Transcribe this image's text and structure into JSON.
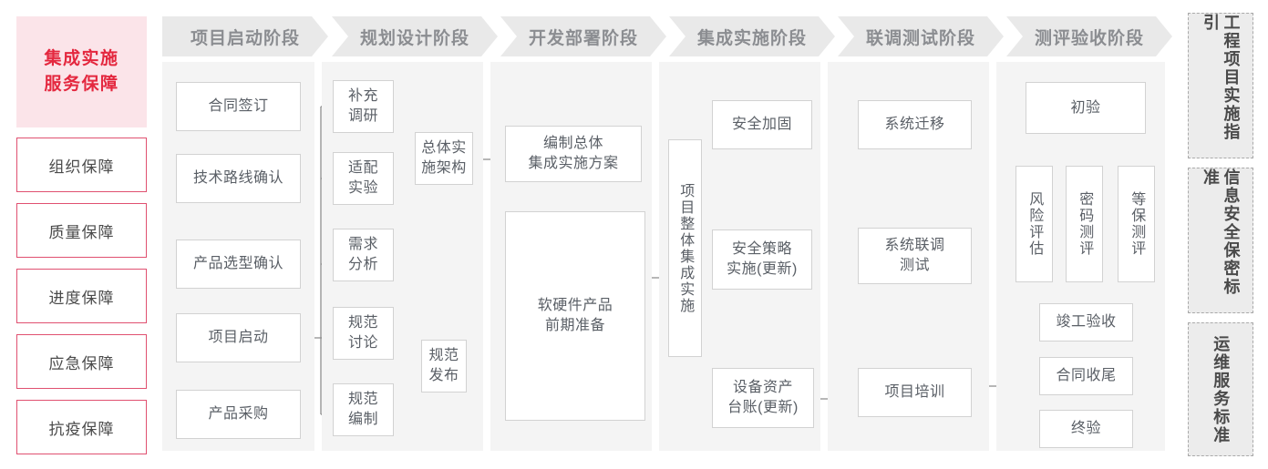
{
  "guarantee": {
    "title": "集成实施\n服务保障",
    "title_line1": "集成实施",
    "title_line2": "服务保障",
    "items": [
      {
        "label": "组织保障"
      },
      {
        "label": "质量保障"
      },
      {
        "label": "进度保障"
      },
      {
        "label": "应急保障"
      },
      {
        "label": "抗疫保障"
      }
    ],
    "accent_color": "#e4283f",
    "title_bg": "#fbe4e9",
    "border_color": "#e05070"
  },
  "phases": [
    {
      "id": "p1",
      "header": "项目启动阶段"
    },
    {
      "id": "p2",
      "header": "规划设计阶段"
    },
    {
      "id": "p3",
      "header": "开发部署阶段"
    },
    {
      "id": "p4",
      "header": "集成实施阶段"
    },
    {
      "id": "p5",
      "header": "联调测试阶段"
    },
    {
      "id": "p6",
      "header": "测评验收阶段"
    }
  ],
  "nodes": {
    "p1": [
      {
        "label": "合同签订"
      },
      {
        "label": "技术路线确认"
      },
      {
        "label": "产品选型确认"
      },
      {
        "label": "项目启动"
      },
      {
        "label": "产品采购"
      }
    ],
    "p2": [
      {
        "line1": "补充",
        "line2": "调研"
      },
      {
        "line1": "适配",
        "line2": "实验"
      },
      {
        "line1": "需求",
        "line2": "分析"
      },
      {
        "line1": "规范",
        "line2": "讨论"
      },
      {
        "line1": "规范",
        "line2": "编制"
      },
      {
        "line1": "总体实",
        "line2": "施架构"
      },
      {
        "line1": "规范",
        "line2": "发布"
      }
    ],
    "p3": [
      {
        "line1": "编制总体",
        "line2": "集成实施方案"
      },
      {
        "line1": "软硬件产品",
        "line2": "前期准备"
      }
    ],
    "p4": [
      {
        "label": "项目整体集成实施",
        "vertical": true
      },
      {
        "label": "安全加固"
      },
      {
        "line1": "安全策略",
        "line2": "实施(更新)"
      },
      {
        "line1": "设备资产",
        "line2": "台账(更新)"
      }
    ],
    "p5": [
      {
        "label": "系统迁移"
      },
      {
        "line1": "系统联调",
        "line2": "测试"
      },
      {
        "label": "项目培训"
      }
    ],
    "p6": [
      {
        "label": "初验"
      },
      {
        "label": "风险评估",
        "vertical": true
      },
      {
        "label": "密码测评",
        "vertical": true
      },
      {
        "label": "等保测评",
        "vertical": true
      },
      {
        "label": "竣工验收"
      },
      {
        "label": "合同收尾"
      },
      {
        "label": "终验"
      }
    ]
  },
  "standards": [
    {
      "label": "工程项目实施指引"
    },
    {
      "label": "信息安全保密标准"
    },
    {
      "label": "运维服务标准"
    }
  ],
  "colors": {
    "header_bg": "#e9e9e9",
    "header_text": "#8b8d91",
    "panel_bg": "#f4f4f4",
    "node_border": "#d2d2d2",
    "node_text": "#5a5f66",
    "wire": "#8c8c8c"
  }
}
